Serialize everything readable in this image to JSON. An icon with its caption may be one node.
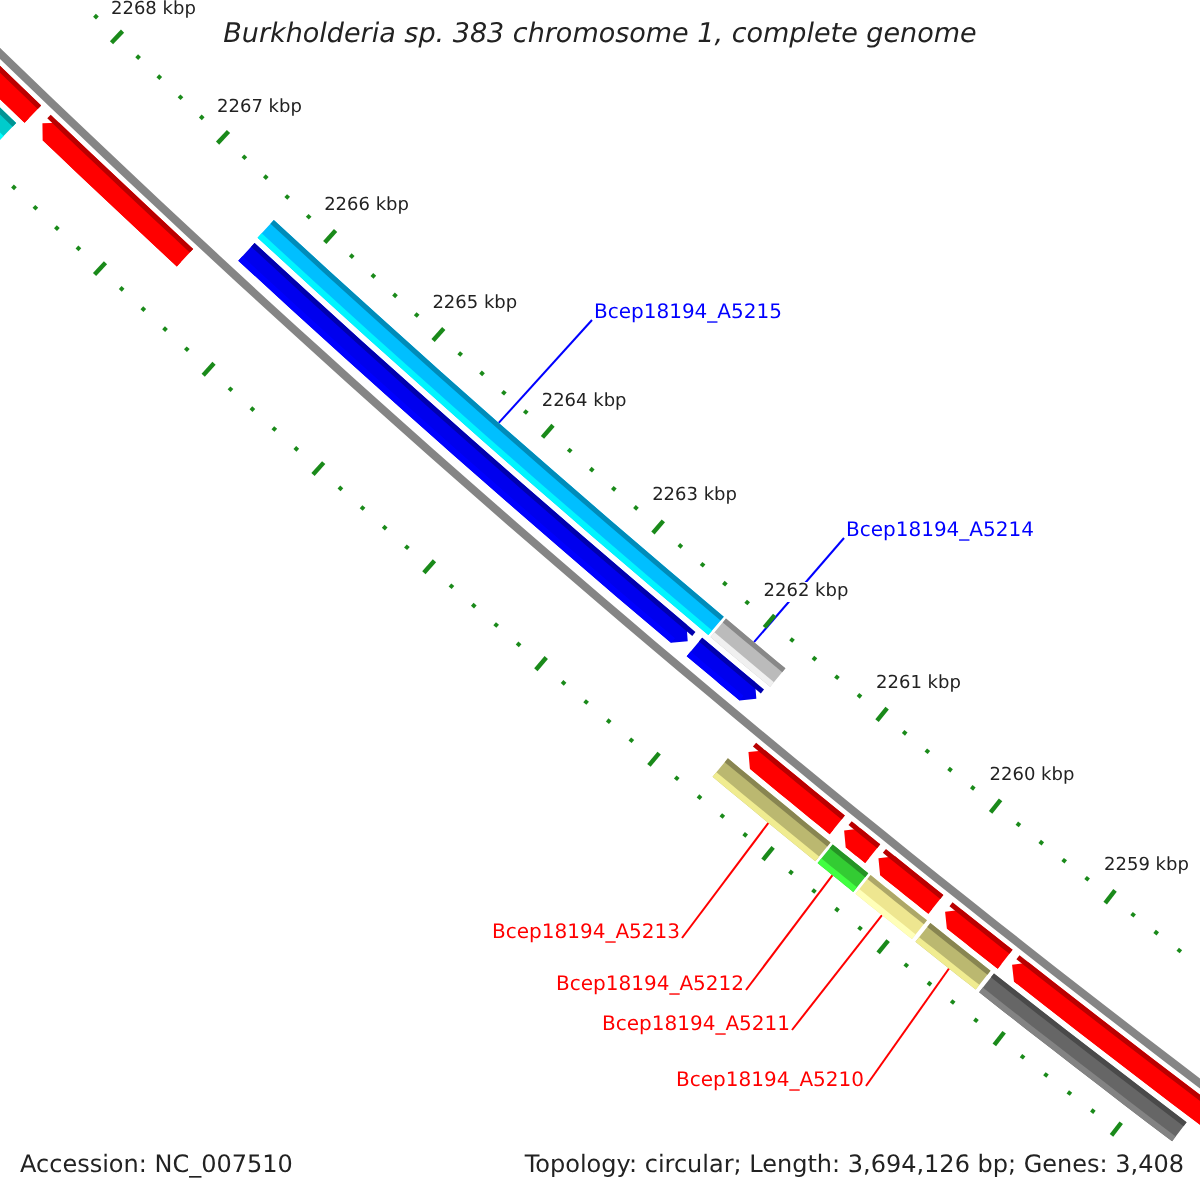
{
  "diagram": {
    "title": "Burkholderia sp. 383 chromosome 1, complete genome",
    "nodes": [
      {
        "text": [
          "Bcep18194_A5215"
        ]
      },
      {
        "text": [
          "Bcep18194_A5214"
        ]
      },
      {
        "text": [
          "Bcep18194_A5213"
        ]
      },
      {
        "text": [
          "Bcep18194_A5212"
        ]
      },
      {
        "text": [
          "Bcep18194_A5211"
        ]
      },
      {
        "text": [
          "Bcep18194_A5210"
        ]
      },
      {
        "text": [],
        "shape": "bar"
      },
      {
        "text": [],
        "shape": "bar"
      },
      {
        "text": [],
        "shape": "bar"
      },
      {
        "text": [],
        "shape": "bar"
      },
      {
        "text": [],
        "shape": "bar"
      },
      {
        "text": [],
        "shape": "bar"
      },
      {
        "text": [],
        "shape": "bar"
      },
      {
        "text": [],
        "shape": "bar"
      },
      {
        "text": [],
        "shape": "bar"
      },
      {
        "text": [],
        "shape": "bar"
      },
      {
        "text": [],
        "shape": "bar"
      },
      {
        "text": [],
        "shape": "bar"
      },
      {
        "text": [],
        "shape": "bar"
      },
      {
        "text": [],
        "shape": "bar"
      },
      {
        "text": [],
        "shape": "bar"
      },
      {
        "text": [],
        "shape": "bar"
      },
      {
        "text": [],
        "shape": "bar"
      }
    ],
    "edges": [
      {
        "from": 0,
        "to": 10,
        "arrow": "none",
        "color": "#0000ff"
      },
      {
        "from": 1,
        "to": 12,
        "arrow": "none",
        "color": "#0000ff"
      },
      {
        "from": 2,
        "to": 13,
        "arrow": "none"
      },
      {
        "from": 3,
        "to": 15,
        "arrow": "none"
      },
      {
        "from": 4,
        "to": 17,
        "arrow": "none"
      },
      {
        "from": 5,
        "to": 19,
        "arrow": "none"
      }
    ],
    "labels": [
      "2268 kbp",
      "2267 kbp",
      "2266 kbp",
      "2265 kbp",
      "2264 kbp",
      "2263 kbp",
      "2262 kbp",
      "2261 kbp",
      "2260 kbp",
      "2259 kbp",
      "Accession: NC_007510",
      "Topology: circular; Length: 3,694,126 bp; Genes: 3,408"
    ]
  }
}
